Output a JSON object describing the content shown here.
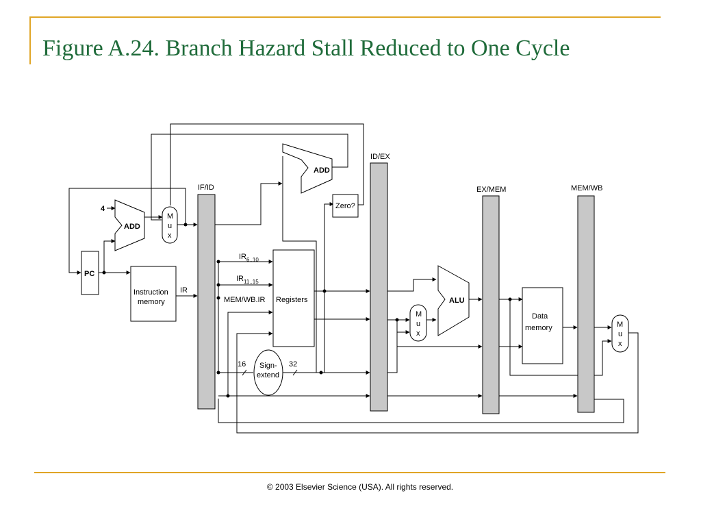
{
  "slide": {
    "title": "Figure A.24. Branch Hazard Stall Reduced to One Cycle",
    "copyright": "© 2003 Elsevier Science (USA). All rights reserved."
  },
  "diagram": {
    "pipeline_registers": {
      "if_id": "IF/ID",
      "id_ex": "ID/EX",
      "ex_mem": "EX/MEM",
      "mem_wb": "MEM/WB"
    },
    "blocks": {
      "pc": "PC",
      "add_pc": "ADD",
      "add_branch": "ADD",
      "zero_test": "Zero?",
      "alu": "ALU",
      "instruction_memory": [
        "Instruction",
        "memory"
      ],
      "registers": "Registers",
      "data_memory": [
        "Data",
        "memory"
      ],
      "sign_extend": [
        "Sign-",
        "extend"
      ],
      "mux_letters": [
        "M",
        "u",
        "x"
      ]
    },
    "labels": {
      "constant_four": "4",
      "ir": "IR",
      "ir_6_10_main": "IR",
      "ir_6_10_sub": "6..10",
      "ir_11_15_main": "IR",
      "ir_11_15_sub": "11..15",
      "mem_wb_ir": "MEM/WB.IR",
      "width_16": "16",
      "width_32": "32"
    }
  }
}
